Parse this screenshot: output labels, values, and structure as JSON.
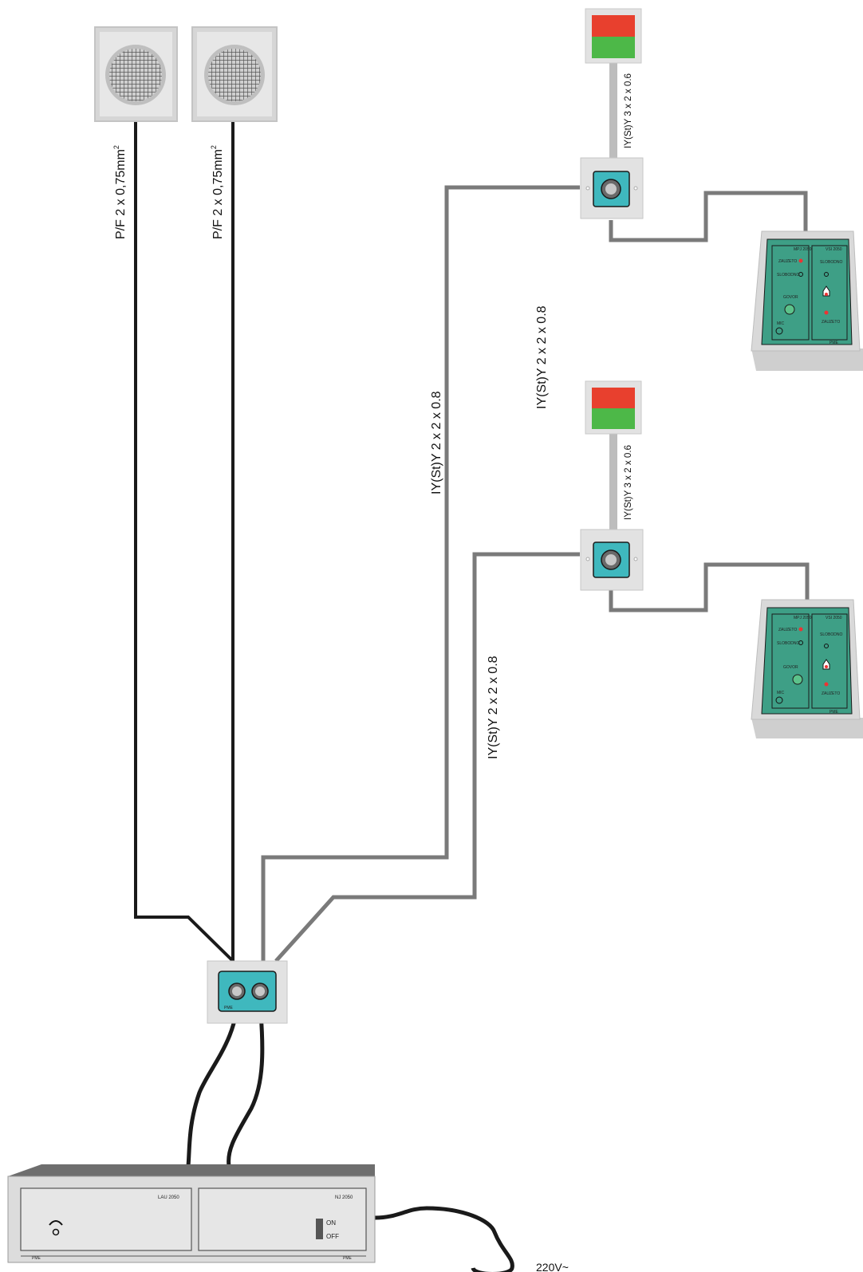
{
  "cable_labels": {
    "speaker_1": "P/F 2 x 0,75mm",
    "speaker_2": "P/F 2 x 0,75mm",
    "speaker_sup": "2",
    "lamp_1": "IY(St)Y 3 x 2 x 0.6",
    "lamp_2": "IY(St)Y 3 x 2 x 0.6",
    "line_long": "IY(St)Y 2 x 2 x 0.8",
    "line_mid": "IY(St)Y 2 x 2 x 0.8",
    "line_short": "IY(St)Y 2 x 2 x 0.8"
  },
  "amplifier": {
    "left_unit": "LAU 2050",
    "right_unit": "NJ 2050",
    "switch_on": "ON",
    "switch_off": "OFF",
    "brand_left": "PME",
    "brand_right": "PME"
  },
  "power_label": "220V~",
  "wall_box_brand": "PME",
  "desk_station": {
    "panel_left_title": "MPJ 2050",
    "panel_right_title": "VSI 2050",
    "zauzeto": "ZAUZETO",
    "slobodno": "SLOBODNO",
    "govor": "GOVOR",
    "mic": "MIC",
    "brand": "PME"
  },
  "colors": {
    "lamp_red": "#e8402e",
    "lamp_green": "#4db848",
    "box_teal": "#3fb8be",
    "station_green": "#3e9f86",
    "cable_black": "#1a1a1a",
    "cable_gray": "#7a7a7a"
  }
}
